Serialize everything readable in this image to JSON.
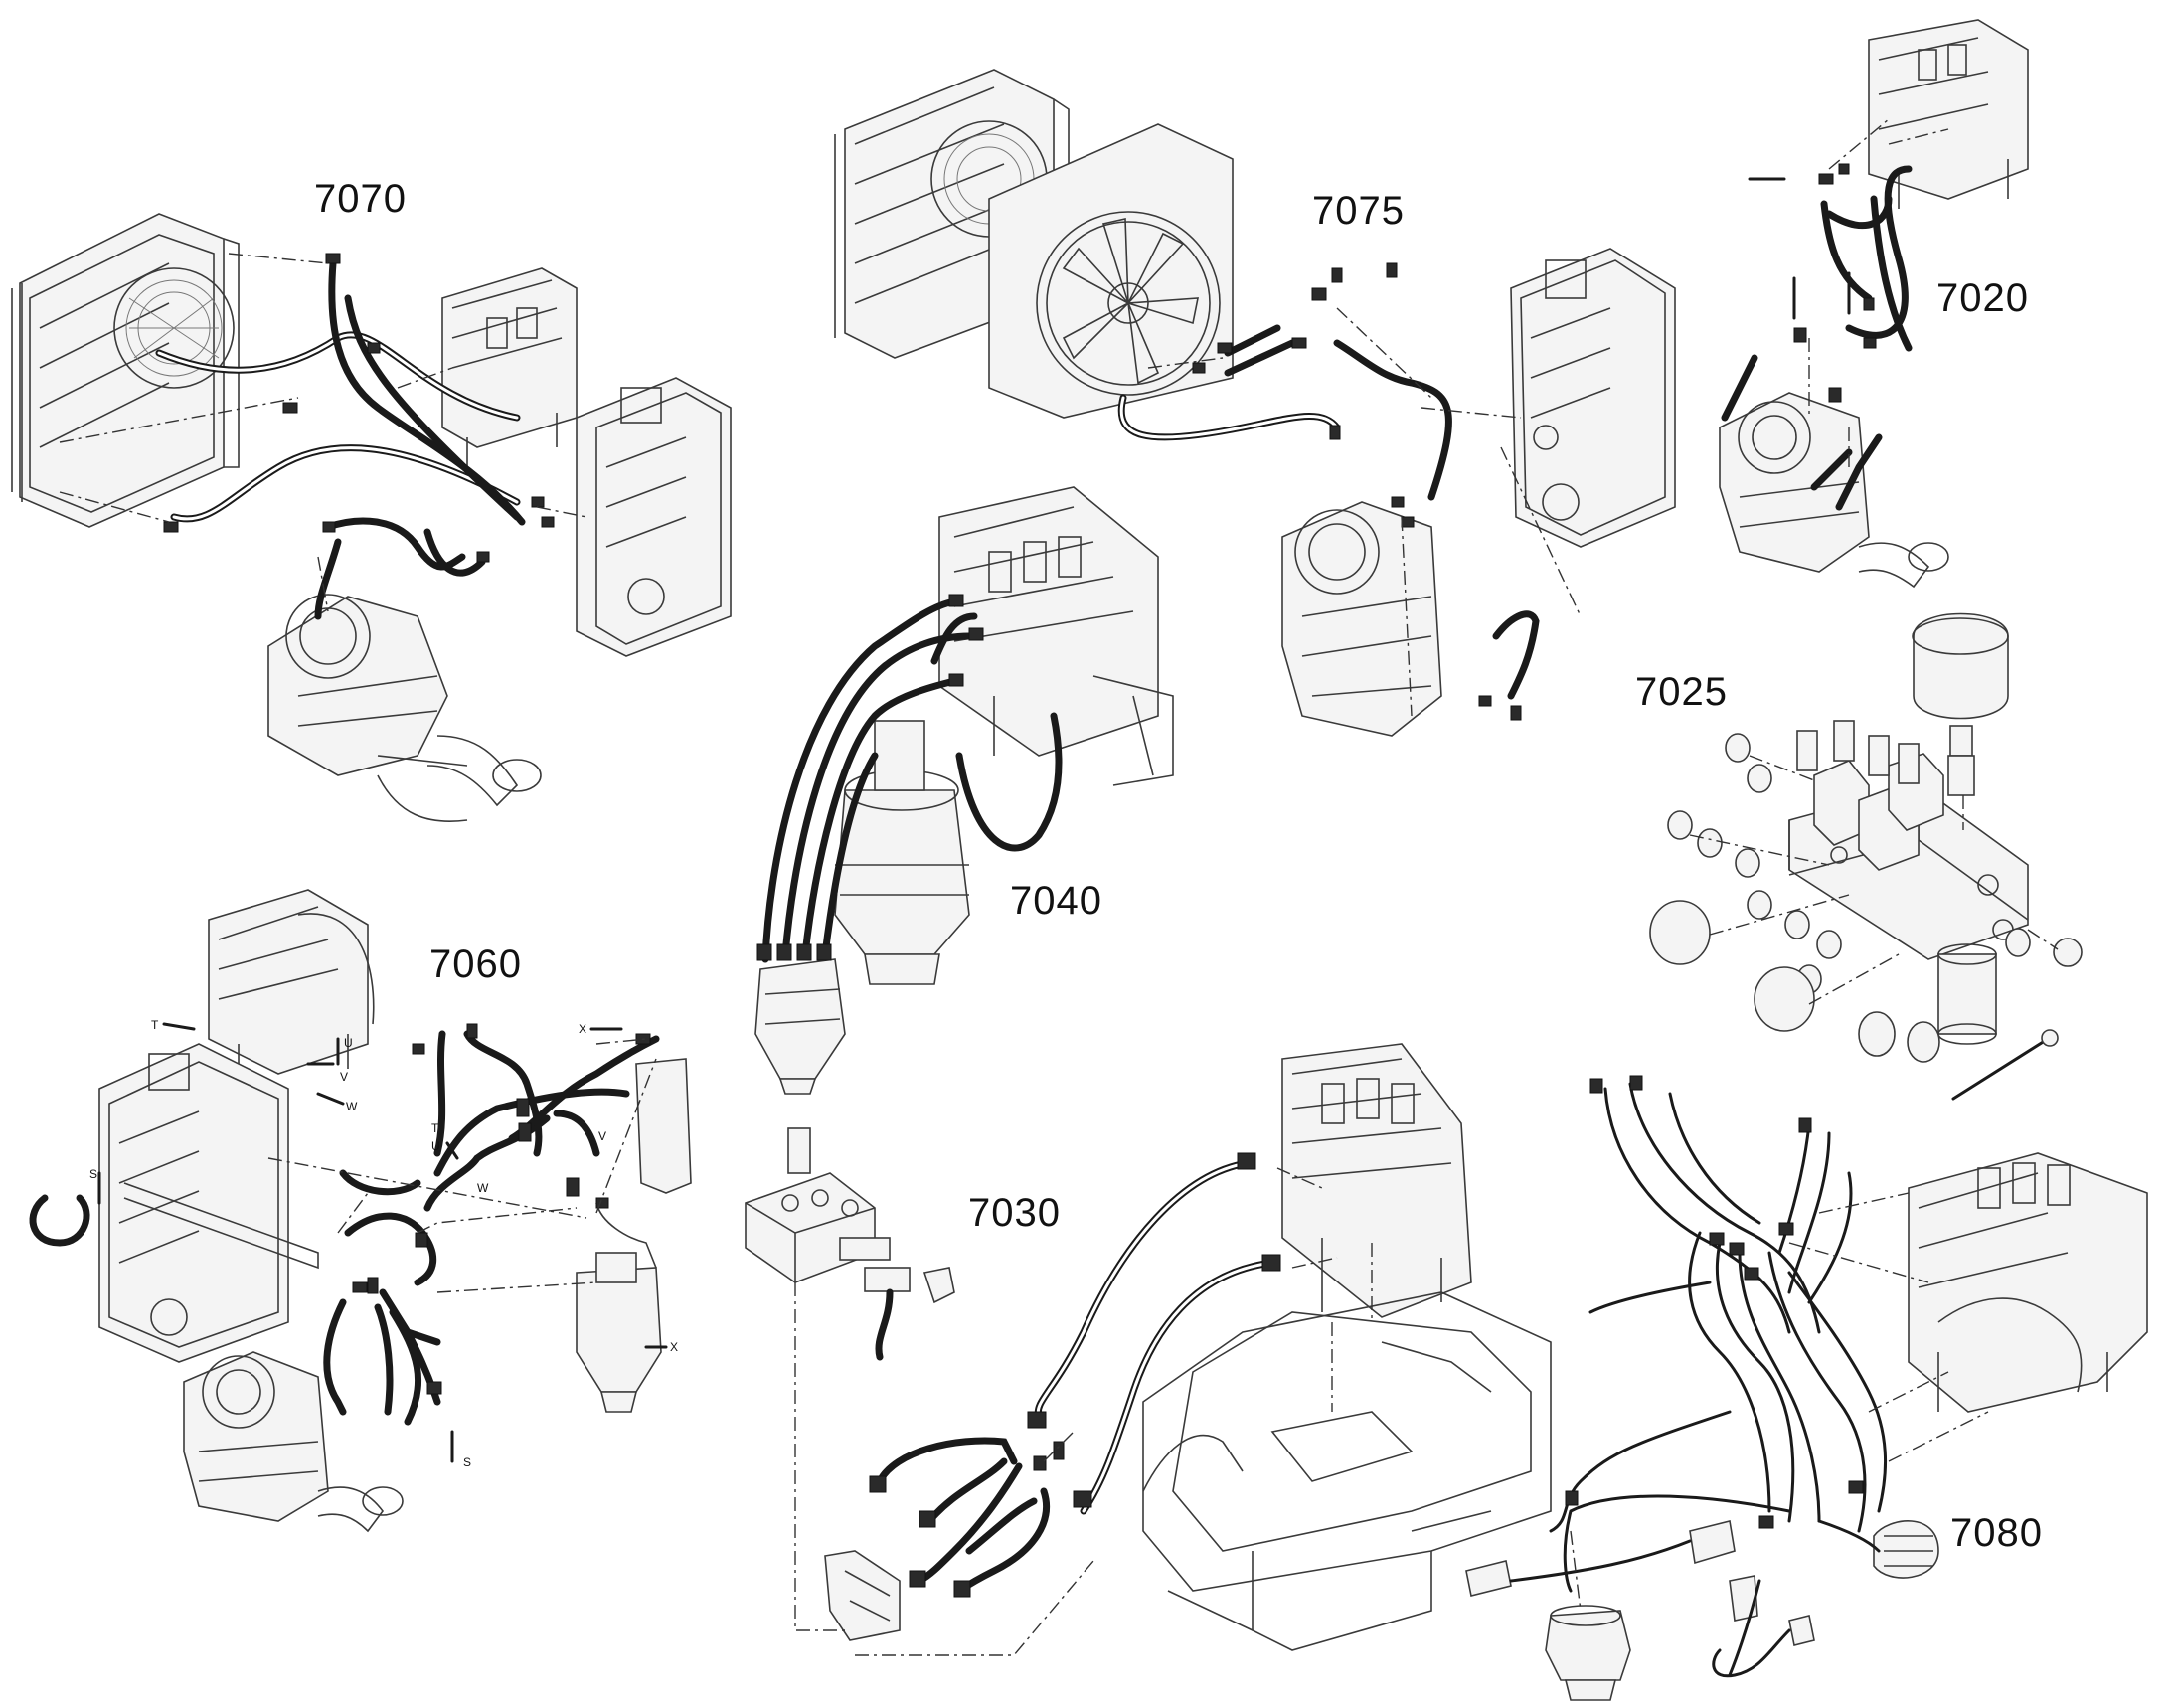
{
  "groups": [
    {
      "id": "7070",
      "label": "7070"
    },
    {
      "id": "7075",
      "label": "7075"
    },
    {
      "id": "7020",
      "label": "7020"
    },
    {
      "id": "7025",
      "label": "7025"
    },
    {
      "id": "7040",
      "label": "7040"
    },
    {
      "id": "7060",
      "label": "7060"
    },
    {
      "id": "7030",
      "label": "7030"
    },
    {
      "id": "7080",
      "label": "7080"
    }
  ],
  "port_markers": {
    "t1": "T",
    "u1": "U",
    "v1": "V",
    "w1": "W",
    "t2": "T",
    "u2": "U",
    "v2": "V",
    "w2": "W",
    "x1": "X",
    "x2": "X",
    "s1": "S",
    "s2": "S"
  }
}
